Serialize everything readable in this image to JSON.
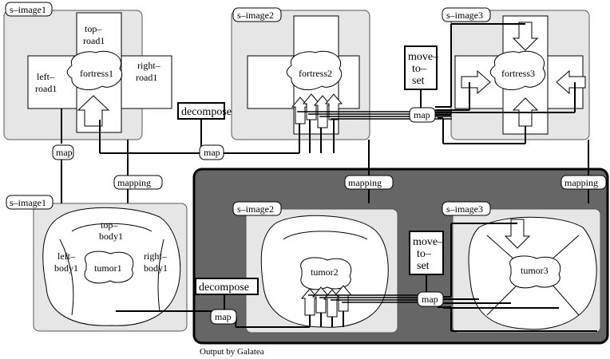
{
  "labels": {
    "s_image1_top": "s–image1",
    "s_image2_top": "s–image2",
    "s_image3_top": "s–image3",
    "s_image1_bottom": "s–image1",
    "s_image2_bottom": "s–image2",
    "s_image3_bottom": "s–image3"
  },
  "fortress": {
    "top_road": [
      "top–",
      "road1"
    ],
    "left_road": [
      "left–",
      "road1"
    ],
    "right_road": [
      "right–",
      "road1"
    ],
    "fortress1": "fortress1",
    "fortress2": "fortress2",
    "fortress3": "fortress3"
  },
  "tumor": {
    "top_body": [
      "top–",
      "body1"
    ],
    "left_body": [
      "left–",
      "body1"
    ],
    "right_body": [
      "right–",
      "body1"
    ],
    "tumor1": "tumor1",
    "tumor2": "tumor2",
    "tumor3": "tumor3"
  },
  "ops": {
    "decompose": "decompose",
    "map": "map",
    "mapping": "mapping",
    "move_to_set": [
      "move–",
      "to–",
      "set"
    ]
  },
  "caption": "Output by Galatea"
}
